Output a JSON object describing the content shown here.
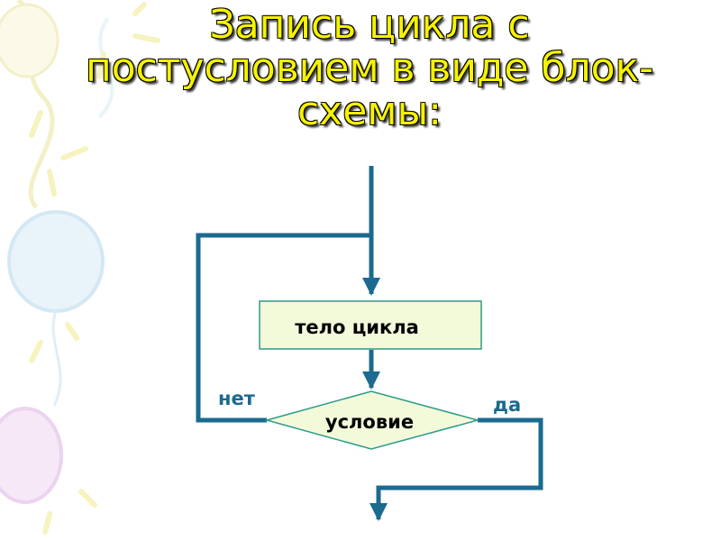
{
  "slide": {
    "title_lines": [
      "Запись цикла с",
      "постусловием в виде блок-",
      "схемы:"
    ]
  },
  "flowchart": {
    "process_label": "тело цикла",
    "decision_label": "условие",
    "branch_no_label": "нет",
    "branch_yes_label": "да"
  },
  "colors": {
    "title_text": "#f5f200",
    "connector": "#1b6a8f",
    "block_fill": "#f2fad9",
    "block_border": "#2e9a8a",
    "block_text": "#000000",
    "branch_text": "#1b6a8f"
  }
}
